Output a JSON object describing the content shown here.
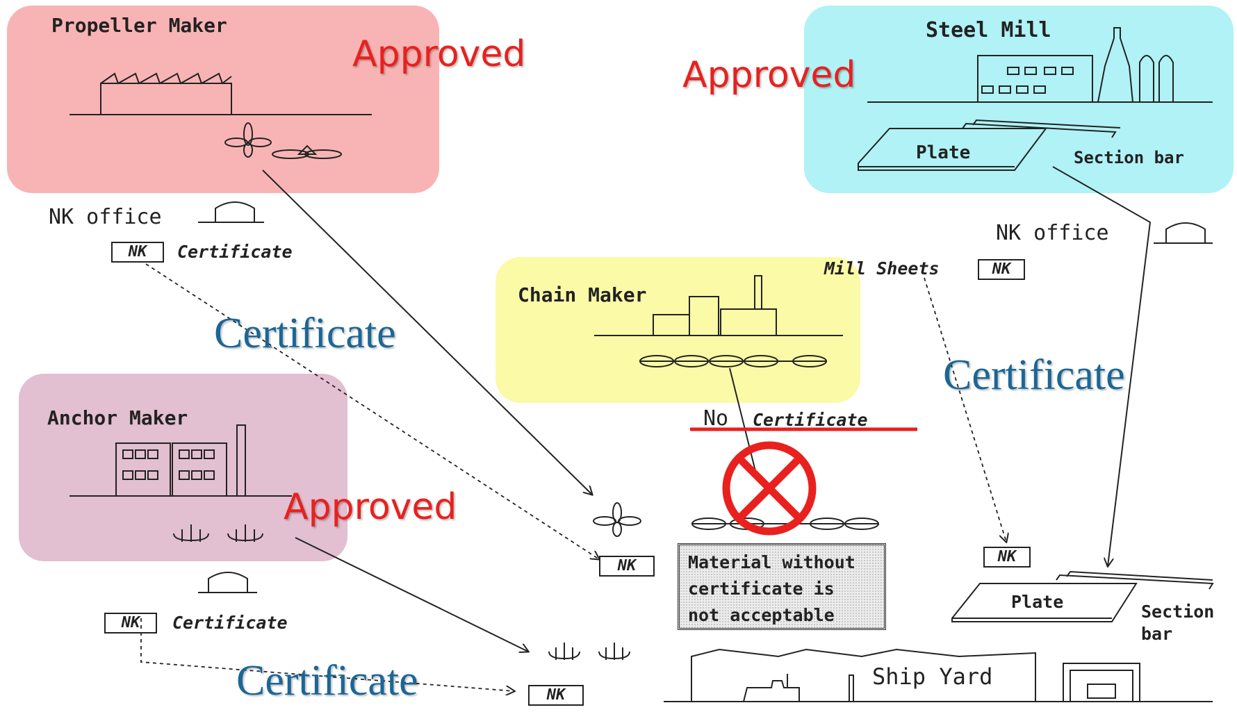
{
  "colors": {
    "propeller_box": "#f8b4b4",
    "steel_box": "#b0f2f6",
    "chain_box": "#fbfaa6",
    "anchor_box": "#e2bfd1",
    "approved_text": "#e8211e",
    "certificate_text": "#1b6697",
    "reject_mark": "#e8211e"
  },
  "propeller": {
    "title": "Propeller Maker",
    "status": "Approved"
  },
  "steel": {
    "title": "Steel Mill",
    "status": "Approved",
    "plate": "Plate",
    "section_bar": "Section bar"
  },
  "chain": {
    "title": "Chain Maker",
    "no_label": "No",
    "certificate": "Certificate"
  },
  "anchor": {
    "title": "Anchor Maker",
    "status": "Approved"
  },
  "nk_office_left": {
    "label": "NK office",
    "nk": "NK",
    "certificate": "Certificate"
  },
  "nk_office_right": {
    "label": "NK office",
    "mill_sheets": "Mill Sheets",
    "nk": "NK"
  },
  "anchor_office": {
    "nk": "NK",
    "certificate": "Certificate"
  },
  "flow_labels": {
    "certificate_left": "Certificate",
    "certificate_right": "Certificate",
    "certificate_bottom": "Certificate"
  },
  "yard": {
    "nk_prop": "NK",
    "nk_anchor": "NK",
    "nk_plate": "NK",
    "plate": "Plate",
    "section": "Section",
    "bar": "bar",
    "ship_yard": "Ship Yard"
  },
  "notice": {
    "line1": "Material without",
    "line2": "certificate is",
    "line3": "not acceptable"
  }
}
